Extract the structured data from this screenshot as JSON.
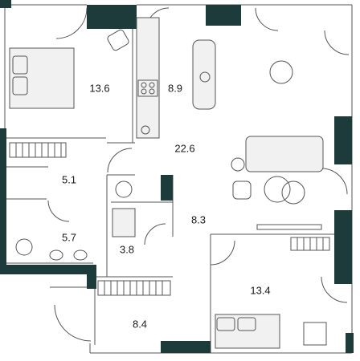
{
  "plan": {
    "wall_color": "#1e3b3b",
    "line_color": "#555555",
    "rooms": [
      {
        "id": "bedroom-1",
        "area": "13.6"
      },
      {
        "id": "kitchen",
        "area": "8.9"
      },
      {
        "id": "living-room",
        "area": "22.6"
      },
      {
        "id": "bathroom-1",
        "area": "5.1"
      },
      {
        "id": "hallway",
        "area": "8.3"
      },
      {
        "id": "bathroom-2",
        "area": "5.7"
      },
      {
        "id": "wc",
        "area": "3.8"
      },
      {
        "id": "bedroom-2",
        "area": "13.4"
      },
      {
        "id": "entrance",
        "area": "8.4"
      }
    ]
  }
}
